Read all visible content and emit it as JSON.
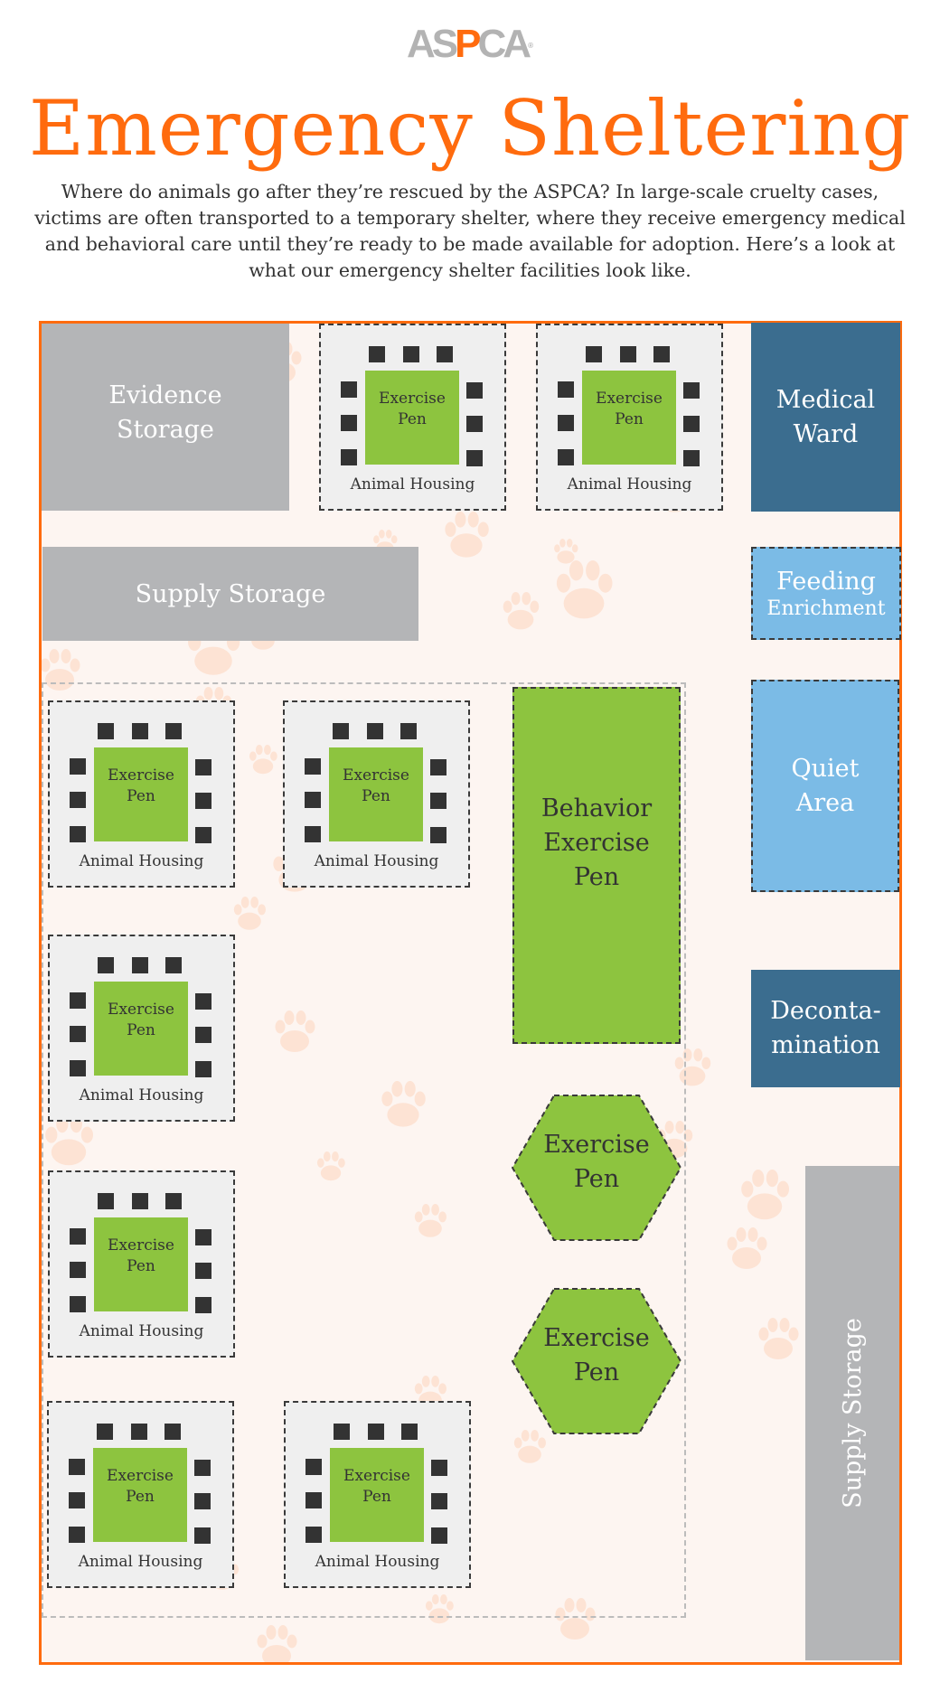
{
  "header": {
    "logo": {
      "prefix": "AS",
      "highlight": "P",
      "suffix": "CA",
      "registered_mark": "®"
    },
    "title": "Emergency Sheltering",
    "intro": "Where do animals go after they’re rescued by the ASPCA? In large-scale cruelty cases, victims are often transported to a temporary shelter, where they receive emergency medical and behavioral care until they’re ready to be made available for adoption. Here’s a look at what our emergency shelter facilities look like."
  },
  "colors": {
    "brand_orange": "#ff6b0e",
    "storage_grey": "#b4b5b7",
    "medical_navy": "#3b6d8f",
    "quiet_blue": "#7bbbe6",
    "pen_green": "#8dc43f",
    "housing_grey": "#efefef",
    "floor_background": "#fdf5f1",
    "paw_print": "#fde3d4"
  },
  "floor_plan": {
    "rooms": {
      "evidence_storage": {
        "line1": "Evidence",
        "line2": "Storage"
      },
      "supply_storage_top": {
        "label": "Supply Storage"
      },
      "medical_ward": {
        "line1": "Medical",
        "line2": "Ward"
      },
      "feeding": {
        "line1": "Feeding",
        "line2": "Enrichment"
      },
      "quiet_area": {
        "line1": "Quiet",
        "line2": "Area"
      },
      "decontamination": {
        "line1": "Deconta-",
        "line2": "mination"
      },
      "supply_storage_side": {
        "label": "Supply Storage"
      },
      "behavior_pen": {
        "line1": "Behavior",
        "line2": "Exercise",
        "line3": "Pen"
      }
    },
    "hex_pens": [
      {
        "line1": "Exercise",
        "line2": "Pen"
      },
      {
        "line1": "Exercise",
        "line2": "Pen"
      }
    ],
    "animal_housing": [
      {
        "pen_line1": "Exercise",
        "pen_line2": "Pen",
        "label": "Animal Housing"
      },
      {
        "pen_line1": "Exercise",
        "pen_line2": "Pen",
        "label": "Animal Housing"
      },
      {
        "pen_line1": "Exercise",
        "pen_line2": "Pen",
        "label": "Animal Housing"
      },
      {
        "pen_line1": "Exercise",
        "pen_line2": "Pen",
        "label": "Animal Housing"
      },
      {
        "pen_line1": "Exercise",
        "pen_line2": "Pen",
        "label": "Animal Housing"
      },
      {
        "pen_line1": "Exercise",
        "pen_line2": "Pen",
        "label": "Animal Housing"
      },
      {
        "pen_line1": "Exercise",
        "pen_line2": "Pen",
        "label": "Animal Housing"
      },
      {
        "pen_line1": "Exercise",
        "pen_line2": "Pen",
        "label": "Animal Housing"
      }
    ],
    "background_icon": "paw-print-icon"
  }
}
